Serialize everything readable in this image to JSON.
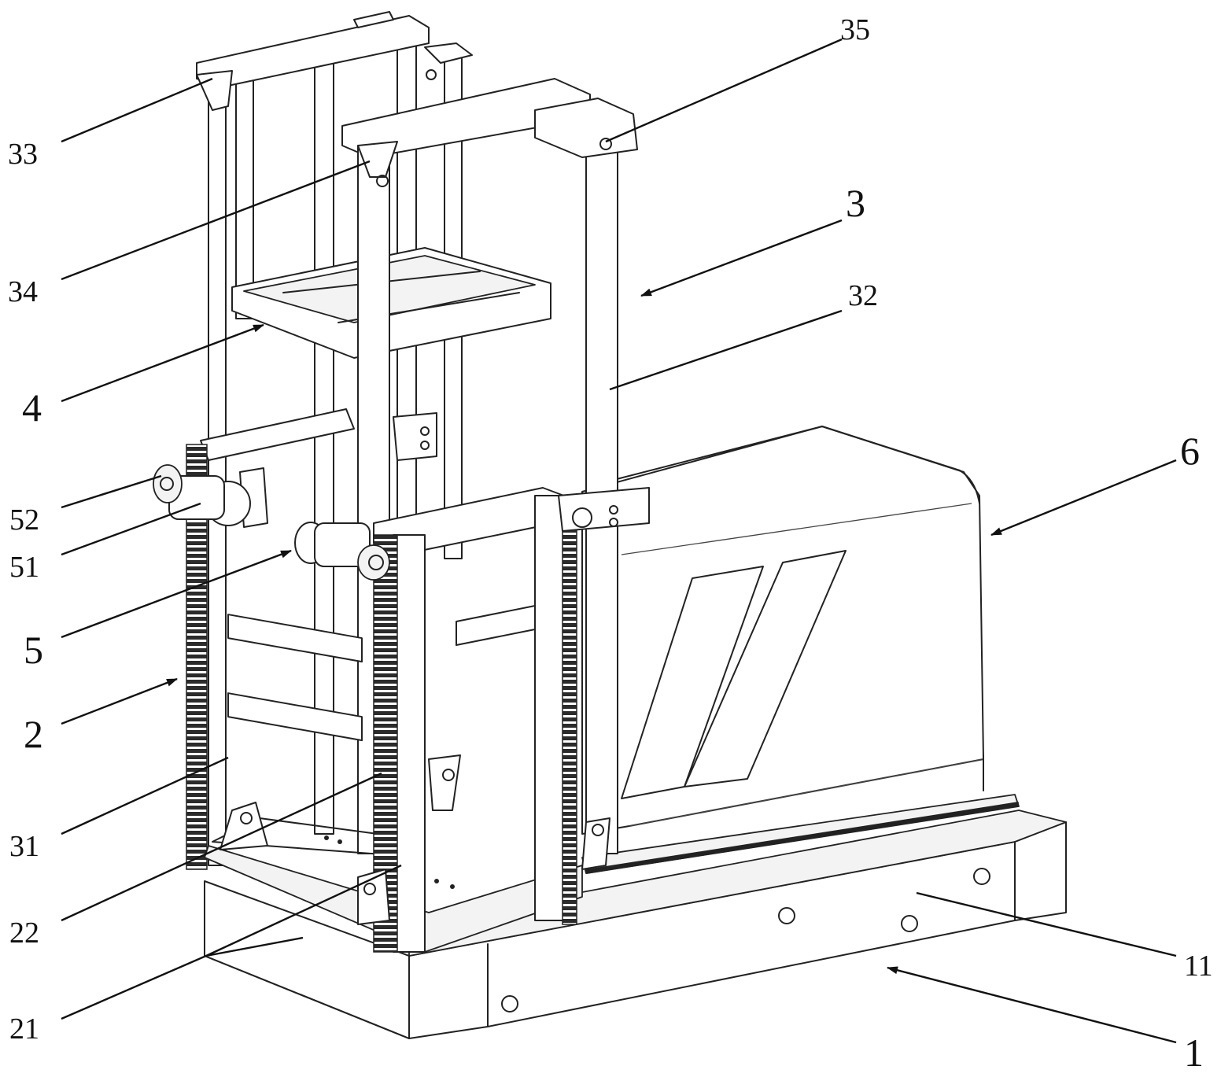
{
  "labels": {
    "l33": "33",
    "l34": "34",
    "l4": "4",
    "l52": "52",
    "l51": "51",
    "l5": "5",
    "l2": "2",
    "l31": "31",
    "l22": "22",
    "l21": "21",
    "l35": "35",
    "l3": "3",
    "l32": "32",
    "l6": "6",
    "l11": "11",
    "l1": "1"
  }
}
